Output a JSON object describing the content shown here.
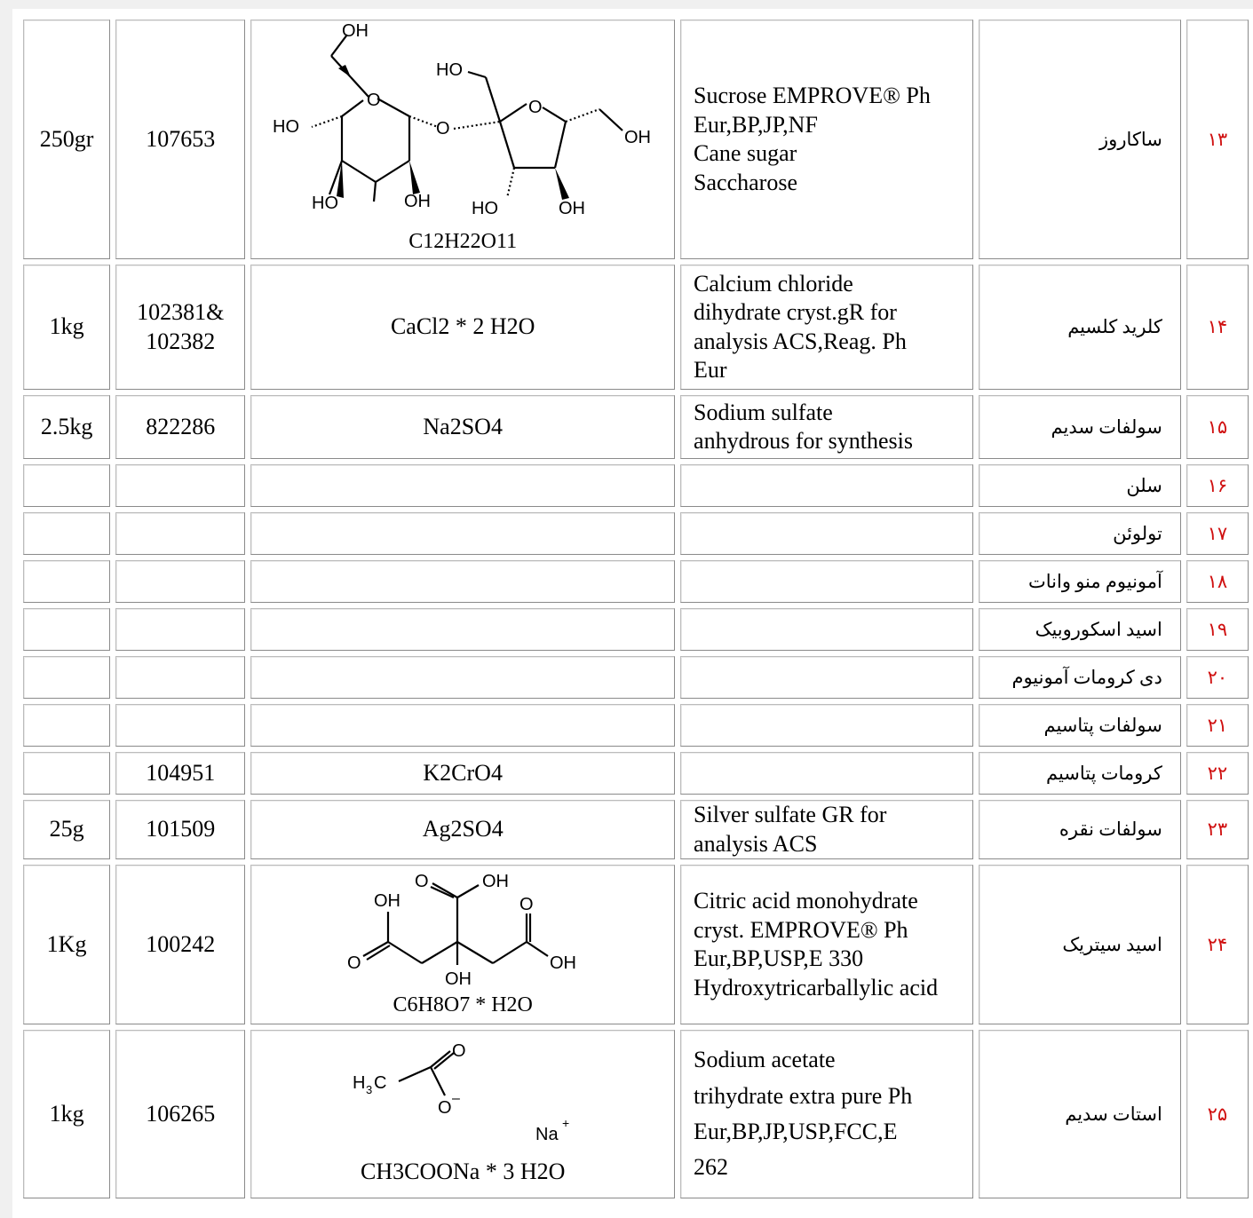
{
  "rows": [
    {
      "qty": "250gr",
      "code": "107653",
      "formula": "C12H22O11",
      "structure_icon": "sucrose-structure-icon",
      "name_lines": [
        "Sucrose EMPROVE® Ph",
        "Eur,BP,JP,NF",
        "Cane sugar",
        "Saccharose"
      ],
      "fa": "ساکاروز",
      "no": "۱۳"
    },
    {
      "qty": "1kg",
      "code_lines": [
        "102381&",
        "102382"
      ],
      "formula": "CaCl2 * 2 H2O",
      "name_lines": [
        "Calcium chloride",
        "dihydrate cryst.gR for",
        "analysis ACS,Reag. Ph",
        "Eur"
      ],
      "fa": "کلرید کلسیم",
      "no": "۱۴"
    },
    {
      "qty": "2.5kg",
      "code": "822286",
      "formula": "Na2SO4",
      "name_lines": [
        "Sodium sulfate",
        "anhydrous for synthesis"
      ],
      "fa": "سولفات سدیم",
      "no": "۱۵"
    },
    {
      "qty": "",
      "code": "",
      "formula": "",
      "fa": "سلن",
      "no": "۱۶"
    },
    {
      "qty": "",
      "code": "",
      "formula": "",
      "fa": "تولوئن",
      "no": "۱۷"
    },
    {
      "qty": "",
      "code": "",
      "formula": "",
      "fa": "آمونیوم منو وانات",
      "no": "۱۸"
    },
    {
      "qty": "",
      "code": "",
      "formula": "",
      "fa": "اسید اسکوروبیک",
      "no": "۱۹"
    },
    {
      "qty": "",
      "code": "",
      "formula": "",
      "fa": "دی کرومات آمونیوم",
      "no": "۲۰"
    },
    {
      "qty": "",
      "code": "",
      "formula": "",
      "fa": "سولفات پتاسیم",
      "no": "۲۱"
    },
    {
      "qty": "",
      "code": "104951",
      "formula": "K2CrO4",
      "fa": "کرومات پتاسیم",
      "no": "۲۲"
    },
    {
      "qty": "25g",
      "code": "101509",
      "formula": "Ag2SO4",
      "name_lines": [
        "Silver sulfate GR for",
        "analysis ACS"
      ],
      "fa": "سولفات نقره",
      "no": "۲۳"
    },
    {
      "qty": "1Kg",
      "code": "100242",
      "formula": "C6H8O7 * H2O",
      "structure_icon": "citric-acid-structure-icon",
      "name_lines": [
        "Citric acid monohydrate",
        "cryst. EMPROVE® Ph",
        "Eur,BP,USP,E 330",
        "Hydroxytricarballylic acid"
      ],
      "fa": "اسید سیتریک",
      "no": "۲۴"
    },
    {
      "qty": "1kg",
      "code": "106265",
      "formula": "CH3COONa * 3 H2O",
      "structure_icon": "sodium-acetate-structure-icon",
      "name_lines": [
        "Sodium acetate",
        "trihydrate extra pure Ph",
        "Eur,BP,JP,USP,FCC,E",
        "262"
      ],
      "fa": "استات سدیم",
      "no": "۲۵"
    }
  ],
  "structure_labels": {
    "oh": "OH",
    "ho": "HO",
    "o": "O",
    "h3c_h": "H",
    "h3c_3": "3",
    "h3c_c": "C",
    "na": "Na",
    "plus": "+",
    "minus": "–"
  }
}
